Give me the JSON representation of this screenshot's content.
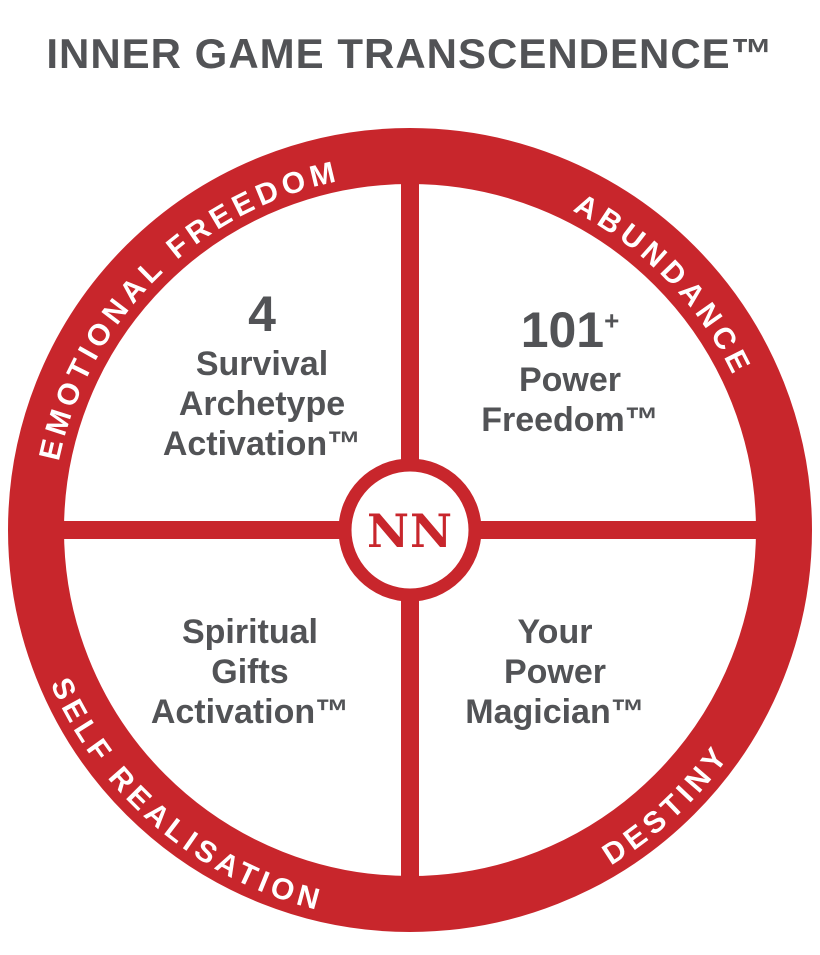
{
  "title": "INNER GAME TRANSCENDENCE™",
  "colors": {
    "red": "#c8262c",
    "text": "#525356"
  },
  "ring_labels": {
    "top_left": "EMOTIONAL FREEDOM",
    "top_right": "ABUNDANCE",
    "bottom_left": "SELF REALISATION",
    "bottom_right": "DESTINY"
  },
  "center": {
    "monogram": "NN"
  },
  "quadrants": {
    "top_left": {
      "number": "4",
      "number_suffix": "",
      "label": "Survival\nArchetype\nActivation™"
    },
    "top_right": {
      "number": "101",
      "number_suffix": "+",
      "label": "Power\nFreedom™"
    },
    "bottom_left": {
      "number": "",
      "number_suffix": "",
      "label": "Spiritual\nGifts\nActivation™"
    },
    "bottom_right": {
      "number": "",
      "number_suffix": "",
      "label": "Your\nPower\nMagician™"
    }
  }
}
